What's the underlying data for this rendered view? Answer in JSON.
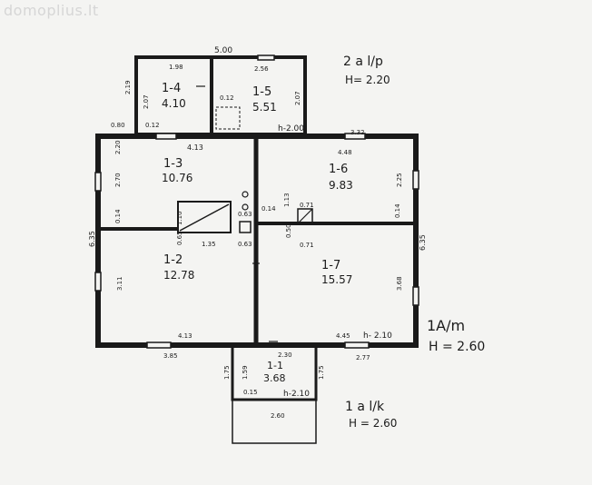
{
  "watermark": "domoplius.lt",
  "rooms": {
    "r14": {
      "id": "1-4",
      "area": "4.10"
    },
    "r15": {
      "id": "1-5",
      "area": "5.51"
    },
    "r13": {
      "id": "1-3",
      "area": "10.76"
    },
    "r16": {
      "id": "1-6",
      "area": "9.83"
    },
    "r12": {
      "id": "1-2",
      "area": "12.78"
    },
    "r17": {
      "id": "1-7",
      "area": "15.57"
    },
    "r11": {
      "id": "1-1",
      "area": "3.68"
    }
  },
  "dims": {
    "top_width": "5.00",
    "d198": "1.98",
    "d256": "2.56",
    "d219": "2.19",
    "d207a": "2.07",
    "d012a": "0.12",
    "d207b": "2.07",
    "d080": "0.80",
    "d012b": "0.12",
    "h200": "h-2.00",
    "d332": "3.32",
    "d220": "2.20",
    "d413a": "4.13",
    "d448": "4.48",
    "d270": "2.70",
    "d225": "2.25",
    "d014a": "0.14",
    "d110": "1.10",
    "d063a": "0.63",
    "d065": "0.65",
    "d135": "1.35",
    "d063b": "0.63",
    "d014b": "0.14",
    "d113": "1.13",
    "d071a": "0.71",
    "d050": "0.50",
    "d071b": "0.71",
    "d014c": "0.14",
    "d635a": "6.35",
    "d635b": "6.35",
    "d311": "3.11",
    "d368": "3.68",
    "d413b": "4.13",
    "d445": "4.45",
    "h210a": "h- 2.10",
    "d385": "3.85",
    "d230": "2.30",
    "d277": "2.77",
    "d175a": "1.75",
    "d159": "1.59",
    "d175b": "1.75",
    "d015": "0.15",
    "h210b": "h-2.10",
    "d260": "2.60"
  },
  "annotations": {
    "floor_label": "2 a l/p",
    "floor_height": "H= 2.20",
    "main_label": "1A/m",
    "main_height": "H = 2.60",
    "porch_label": "1 a l/k",
    "porch_height": "H = 2.60"
  }
}
